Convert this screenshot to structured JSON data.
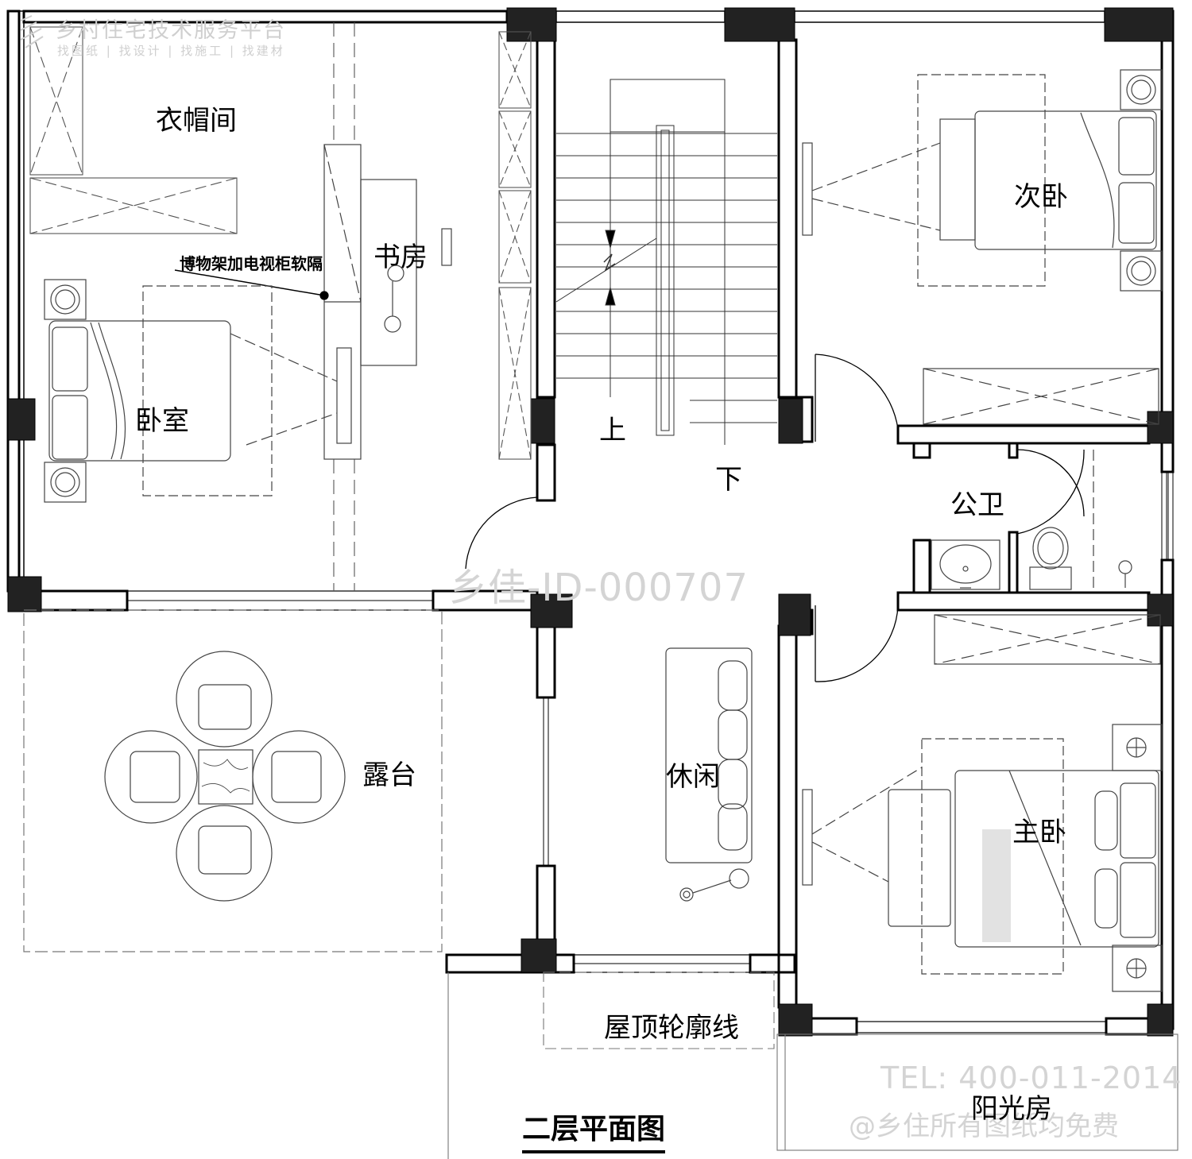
{
  "watermark": {
    "platform_name": "乡村住宅技术服务平台",
    "platform_tagline": "找图纸 | 找设计 | 找施工 | 找建材",
    "design_id": "乡佳-ID-000707",
    "tel": "TEL: 400-011-2014",
    "free_note": "@乡住所有图纸均免费"
  },
  "rooms": {
    "cloakroom": "衣帽间",
    "study": "书房",
    "bedroom": "卧室",
    "second_bedroom": "次卧",
    "public_bathroom": "公卫",
    "terrace": "露台",
    "lounge": "休闲",
    "master_bedroom": "主卧",
    "sunroom": "阳光房"
  },
  "annotations": {
    "partition_note": "博物架加电视柜软隔",
    "stair_up": "上",
    "stair_down": "下",
    "roof_outline": "屋顶轮廓线"
  },
  "plan_title": "二层平面图",
  "colors": {
    "wall": "#000000",
    "column": "#222222",
    "watermark": "#cfcfcf",
    "line": "#555555"
  }
}
